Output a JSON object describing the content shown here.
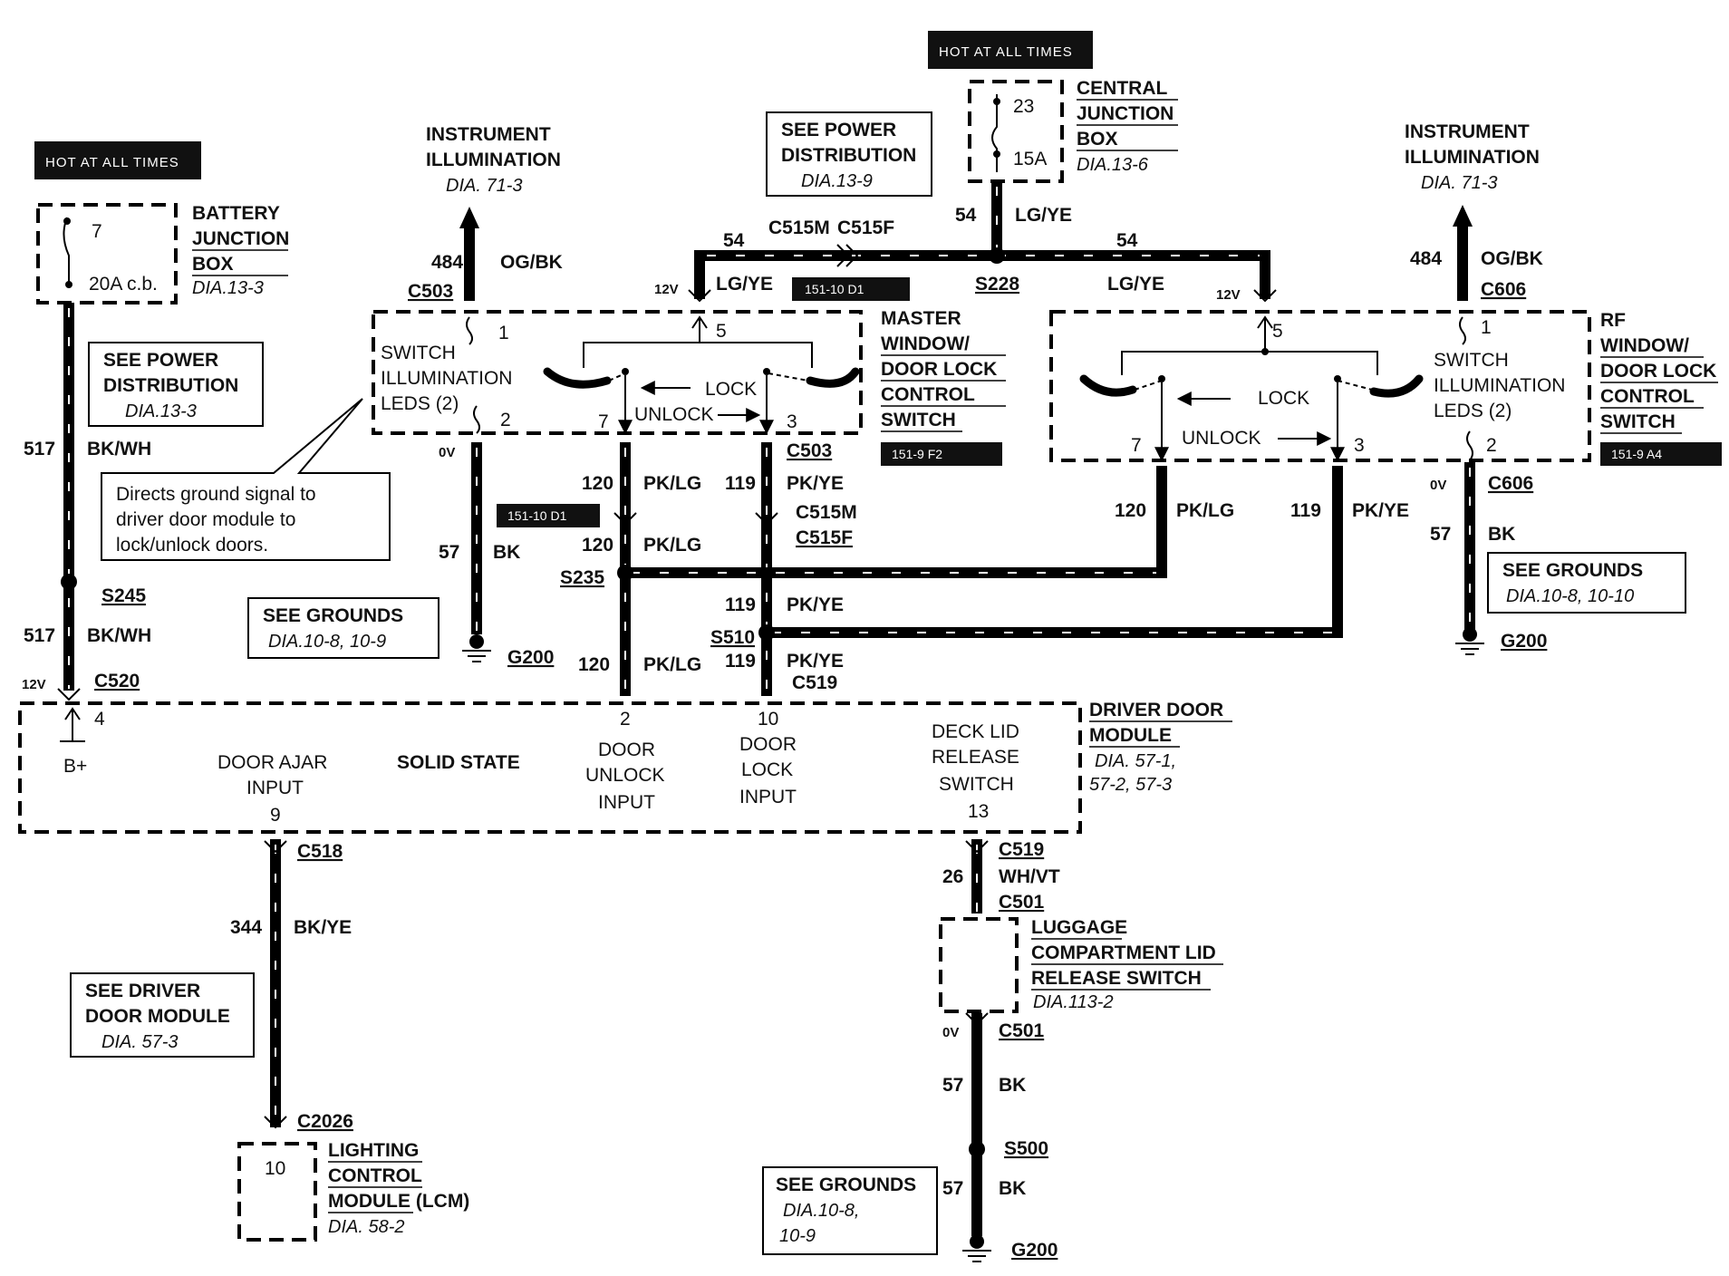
{
  "hot_all_times": [
    "HOT AT ALL TIMES",
    "HOT AT ALL TIMES"
  ],
  "battery_jb": {
    "lines": [
      "BATTERY",
      "JUNCTION",
      "BOX"
    ],
    "dia": "DIA.13-3",
    "pin": "7",
    "breaker": "20A c.b."
  },
  "central_jb": {
    "lines": [
      "CENTRAL",
      "JUNCTION",
      "BOX"
    ],
    "dia": "DIA.13-6",
    "pin": "23",
    "fuse": "15A"
  },
  "see_power_left": {
    "lines": [
      "SEE POWER",
      "DISTRIBUTION"
    ],
    "dia": "DIA.13-3"
  },
  "see_power_top": {
    "lines": [
      "SEE POWER",
      "DISTRIBUTION"
    ],
    "dia": "DIA.13-9"
  },
  "instr_left": {
    "lines": [
      "INSTRUMENT",
      "ILLUMINATION"
    ],
    "dia": "DIA. 71-3",
    "circuit": "484",
    "color": "OG/BK",
    "connector": "C503"
  },
  "instr_right": {
    "lines": [
      "INSTRUMENT",
      "ILLUMINATION"
    ],
    "dia": "DIA. 71-3",
    "circuit": "484",
    "color": "OG/BK",
    "connector": "C606"
  },
  "callout": [
    "Directs ground signal to",
    "driver door module to",
    "lock/unlock doors."
  ],
  "master_switch": {
    "lines": [
      "MASTER",
      "WINDOW/",
      "DOOR LOCK",
      "CONTROL",
      "SWITCH"
    ],
    "ref": "151-9 F2",
    "illum": [
      "SWITCH",
      "ILLUMINATION",
      "LEDS (2)"
    ],
    "pins": [
      "1",
      "5",
      "2",
      "7",
      "3"
    ],
    "lock": "LOCK",
    "unlock": "UNLOCK"
  },
  "rf_switch": {
    "lines": [
      "RF",
      "WINDOW/",
      "DOOR LOCK",
      "CONTROL",
      "SWITCH"
    ],
    "ref": "151-9 A4",
    "illum": [
      "SWITCH",
      "ILLUMINATION",
      "LEDS (2)"
    ],
    "pins": [
      "5",
      "1",
      "7",
      "3",
      "2"
    ],
    "lock": "LOCK",
    "unlock": "UNLOCK"
  },
  "wire_labels": {
    "w517": "517",
    "bkwh": "BK/WH",
    "s245": "S245",
    "c520": "C520",
    "v12": "12V",
    "v0": "0V",
    "w54": "54",
    "lgye": "LG/YE",
    "c515m": "C515M",
    "c515f": "C515F",
    "ref_15110": "151-10 D1",
    "s228": "S228",
    "w120": "120",
    "pklg": "PK/LG",
    "w119": "119",
    "pkye": "PK/YE",
    "c503": "C503",
    "w57": "57",
    "bk": "BK",
    "g200": "G200",
    "s235": "S235",
    "s510": "S510",
    "c519": "C519",
    "c606": "C606",
    "c518": "C518",
    "w344": "344",
    "bkye": "BK/YE",
    "c2026": "C2026",
    "w26": "26",
    "whvt": "WH/VT",
    "c501": "C501",
    "s500": "S500"
  },
  "see_grounds_1": {
    "lines": [
      "SEE GROUNDS"
    ],
    "dia": [
      "DIA.10-8, 10-9"
    ]
  },
  "see_grounds_2": {
    "lines": [
      "SEE GROUNDS"
    ],
    "dia": [
      "DIA.10-8, 10-10"
    ]
  },
  "see_grounds_3": {
    "lines": [
      "SEE GROUNDS"
    ],
    "dia": [
      "DIA.10-8,",
      "10-9"
    ]
  },
  "ddm": {
    "title": [
      "DRIVER DOOR",
      "MODULE"
    ],
    "dia": [
      "DIA. 57-1,",
      "57-2, 57-3"
    ],
    "bplus": "B+",
    "pin4": "4",
    "door_ajar": [
      "DOOR AJAR",
      "INPUT"
    ],
    "pin9": "9",
    "solid_state": "SOLID STATE",
    "pin2": "2",
    "unlock": [
      "DOOR",
      "UNLOCK",
      "INPUT"
    ],
    "pin10": "10",
    "lock": [
      "DOOR",
      "LOCK",
      "INPUT"
    ],
    "deck": [
      "DECK LID",
      "RELEASE",
      "SWITCH"
    ],
    "pin13": "13"
  },
  "see_ddm": {
    "lines": [
      "SEE DRIVER",
      "DOOR MODULE"
    ],
    "dia": "DIA. 57-3"
  },
  "lcm": {
    "lines": [
      "LIGHTING",
      "CONTROL",
      "MODULE (LCM)"
    ],
    "dia": "DIA. 58-2",
    "pin": "10"
  },
  "luggage": {
    "lines": [
      "LUGGAGE",
      "COMPARTMENT LID",
      "RELEASE SWITCH"
    ],
    "dia": "DIA.113-2"
  }
}
